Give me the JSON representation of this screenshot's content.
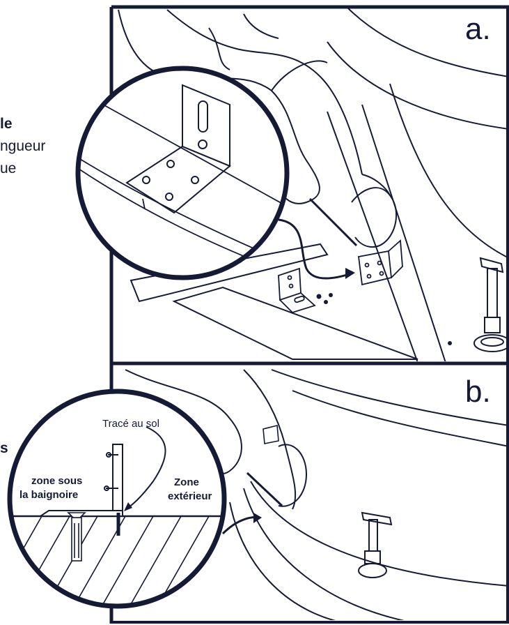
{
  "panel_a": {
    "letter": "a.",
    "left_text_fragments": [
      "le",
      "ngueur",
      "ue"
    ]
  },
  "panel_b": {
    "letter": "b.",
    "left_text_fragment": "s",
    "callouts": {
      "floor_trace": "Tracé au sol",
      "under_tub_line1": "zone sous",
      "under_tub_line2": "la baignoire",
      "exterior_line1": "Zone",
      "exterior_line2": "extérieur"
    }
  },
  "colors": {
    "ink": "#151a35",
    "paper": "#ffffff"
  }
}
